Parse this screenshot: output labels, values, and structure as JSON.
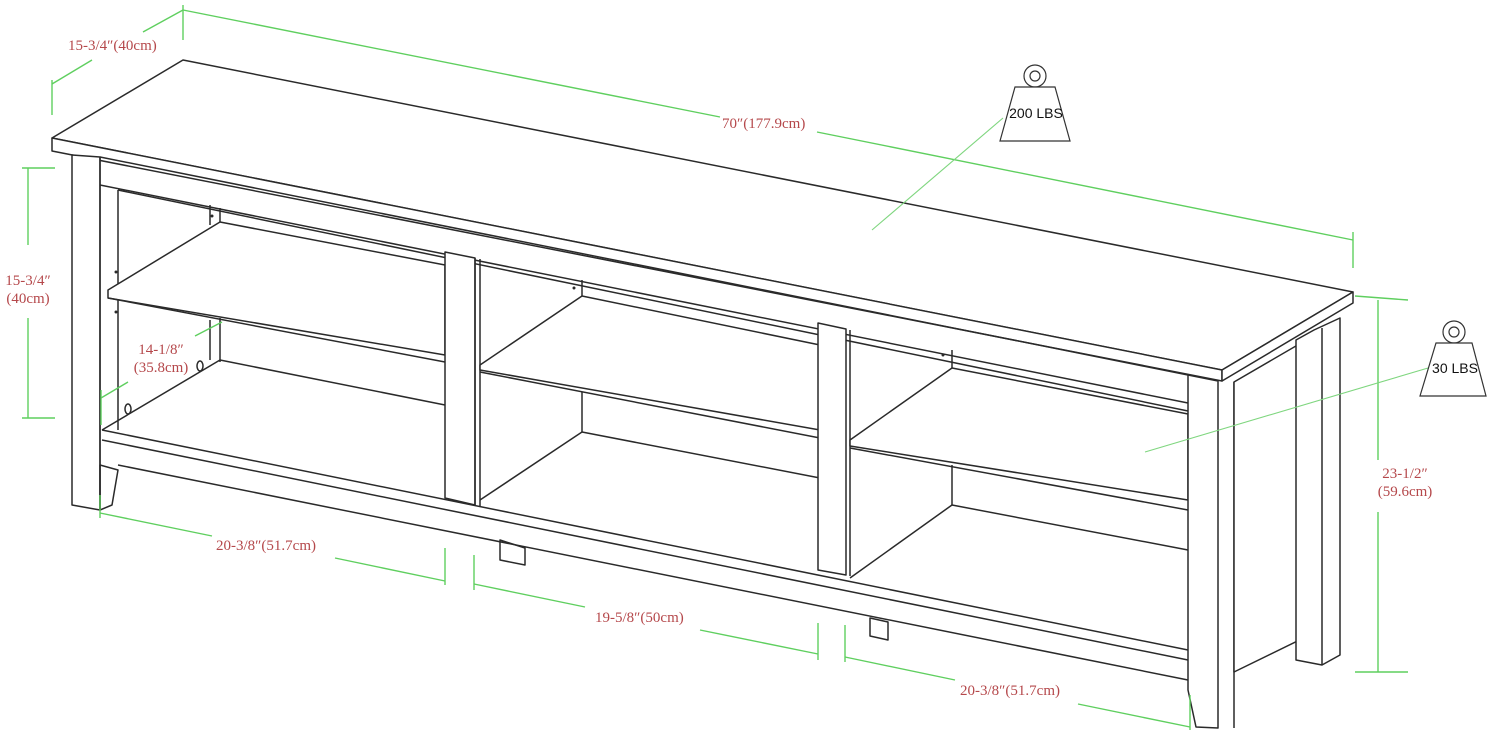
{
  "diagram": {
    "subject": "TV stand dimension drawing",
    "colors": {
      "outline": "#2a2a2a",
      "dimension_line": "#5fcf5f",
      "label_text": "#b5484b",
      "background": "#ffffff"
    },
    "dimensions": {
      "depth_top": "15-3/4″(40cm)",
      "overall_width": "70″(177.9cm)",
      "shelf_height_line1": "15-3/4″",
      "shelf_height_line2": "(40cm)",
      "shelf_depth_line1": "14-1/8″",
      "shelf_depth_line2": "(35.8cm)",
      "overall_height_line1": "23-1/2″",
      "overall_height_line2": "(59.6cm)",
      "left_cubby_width": "20-3/8″(51.7cm)",
      "middle_cubby_width": "19-5/8″(50cm)",
      "right_cubby_width": "20-3/8″(51.7cm)"
    },
    "weights": {
      "top_capacity": "200 LBS",
      "shelf_capacity": "30 LBS"
    }
  }
}
